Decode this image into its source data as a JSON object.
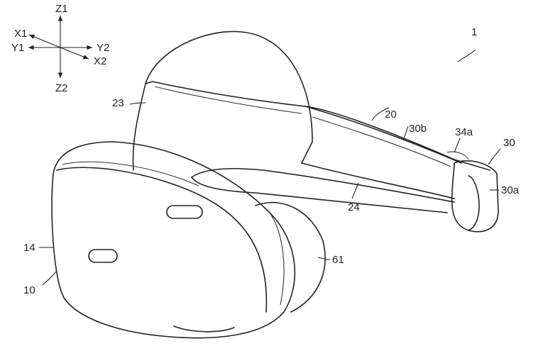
{
  "figure": {
    "axes": {
      "z_up": "Z1",
      "z_down": "Z2",
      "x_left": "X1",
      "x_right": "X2",
      "y_left": "Y1",
      "y_right": "Y2"
    },
    "reference_numerals": {
      "device": "1",
      "band": "20",
      "upper_band": "23",
      "rear_unit": "30",
      "rear_front": "30a",
      "rear_top": "30b",
      "knob": "34a",
      "lower_band": "24",
      "front_face": "14",
      "main_unit": "10",
      "shade": "61"
    }
  }
}
